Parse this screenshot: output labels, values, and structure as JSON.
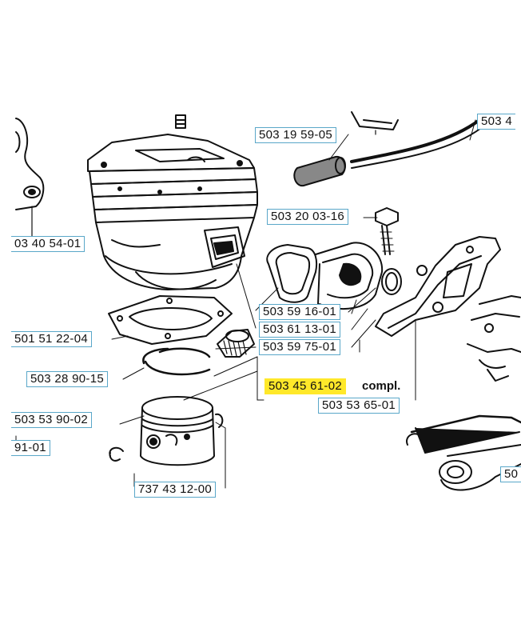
{
  "labels": {
    "l_503_4": "503 4",
    "l_503_19_59_05": "503 19 59-05",
    "l_03_40_54_01": "03 40 54-01",
    "l_503_20_03_16": "503 20 03-16",
    "l_503_59_16_01": "503 59 16-01",
    "l_503_61_13_01": "503 61 13-01",
    "l_501_51_22_04": "501 51 22-04",
    "l_503_59_75_01": "503 59 75-01",
    "l_503_28_90_15": "503 28 90-15",
    "l_503_45_61_02": "503 45 61-02",
    "compl": "compl.",
    "l_503_53_65_01": "503 53 65-01",
    "l_503_53_90_02": "503 53 90-02",
    "l_91_01": "91-01",
    "l_737_43_12_00": "737 43 12-00",
    "l_50": "50"
  },
  "colors": {
    "label_border": "#5aa7c9",
    "highlight": "#ffe82a",
    "ink": "#111111"
  }
}
